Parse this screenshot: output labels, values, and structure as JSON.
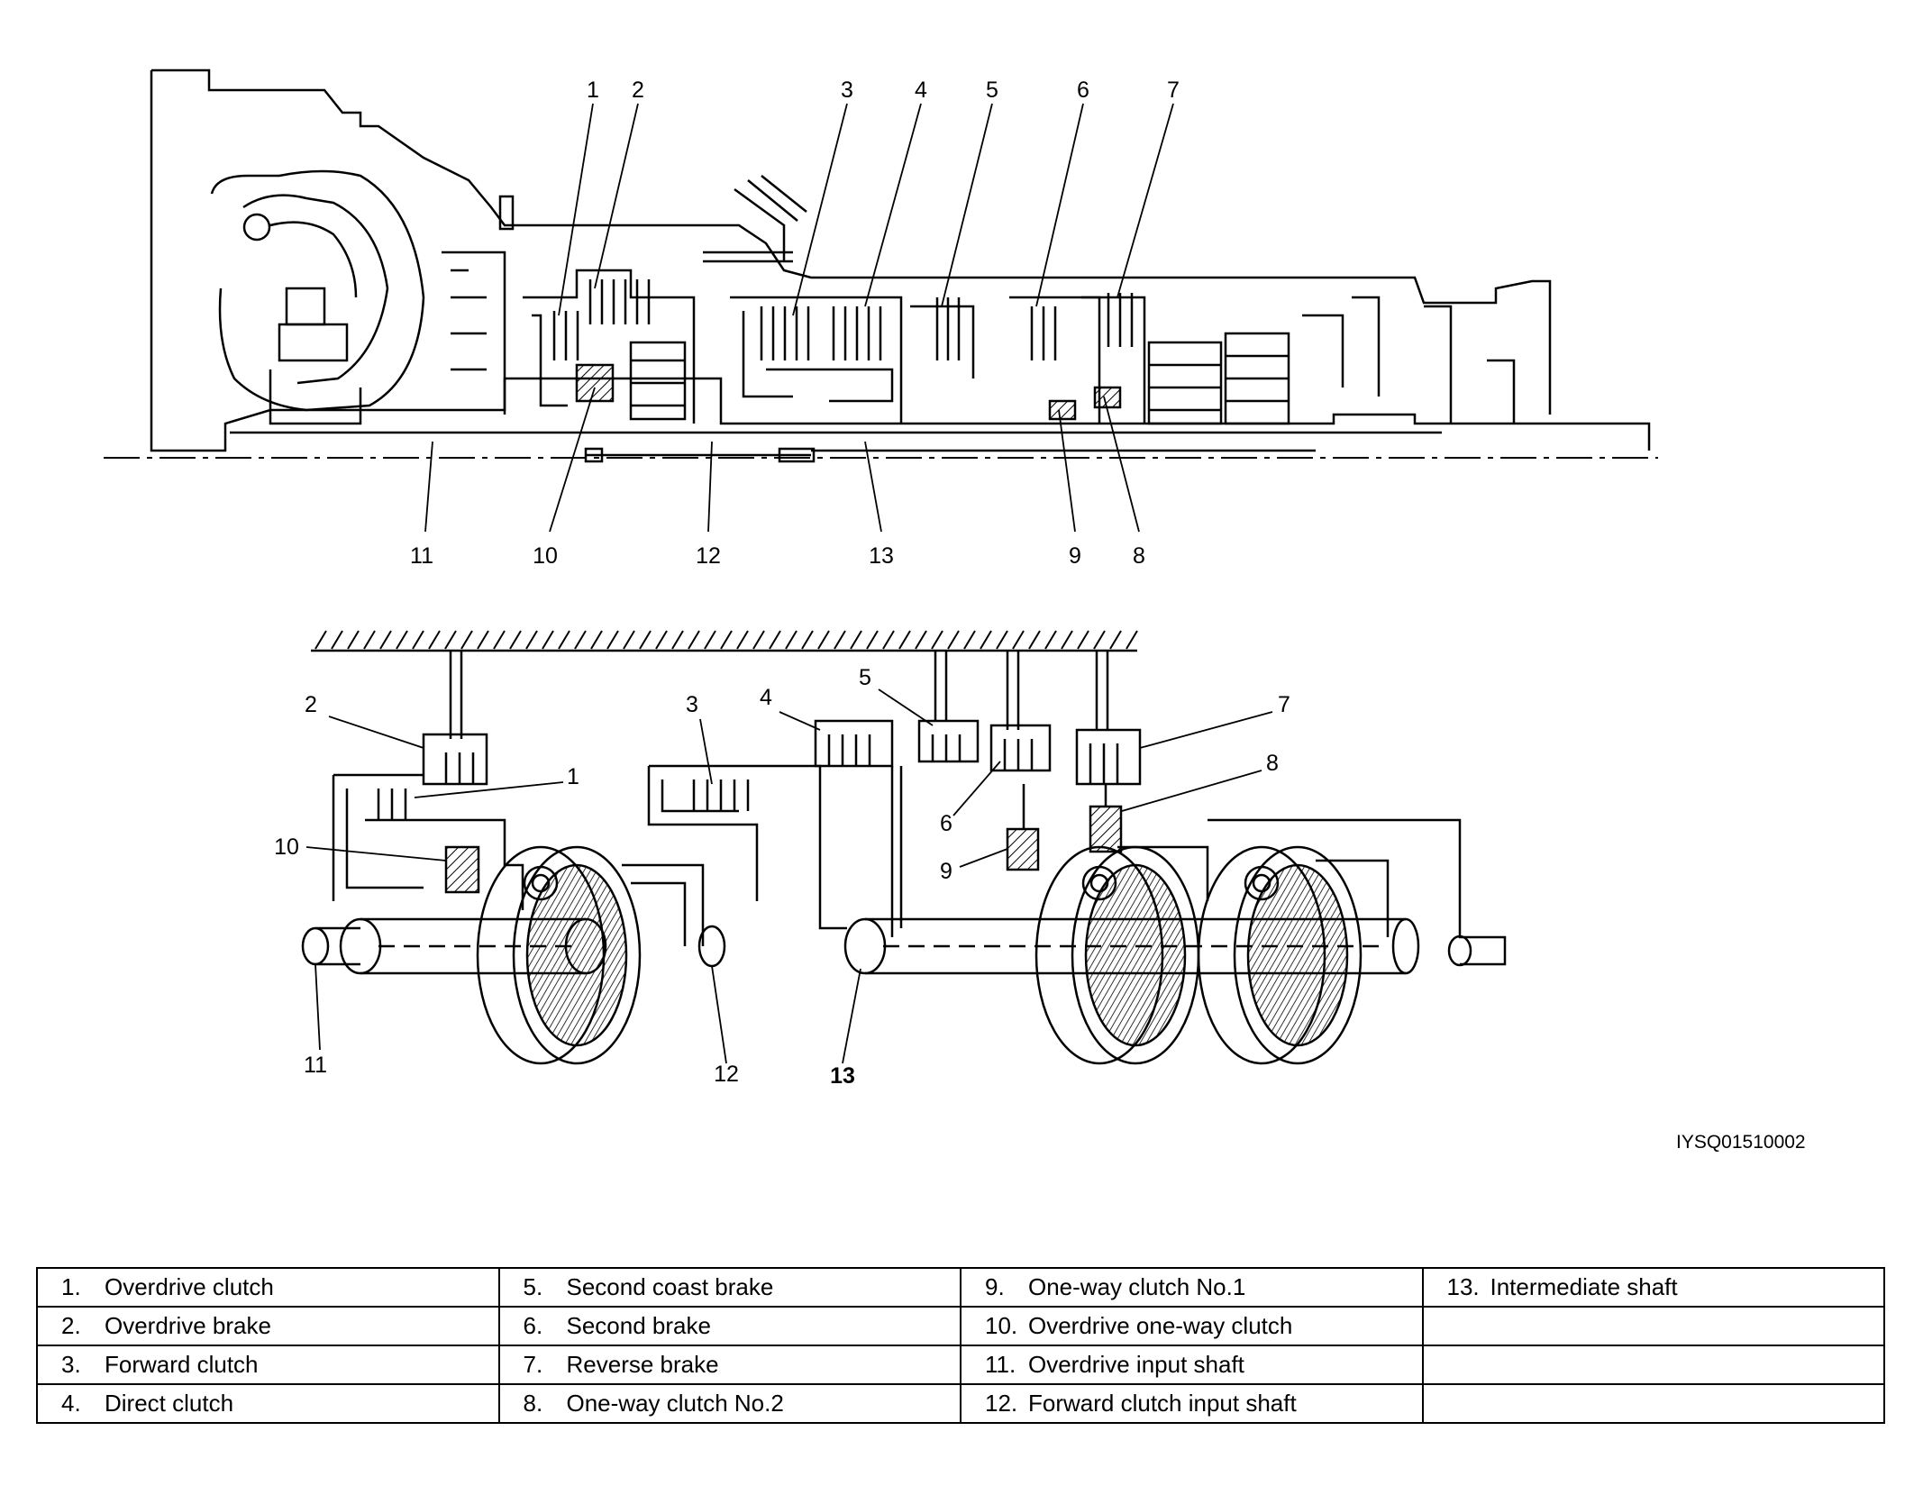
{
  "top_callouts": [
    "1",
    "2",
    "3",
    "4",
    "5",
    "6",
    "7",
    "11",
    "10",
    "12",
    "13",
    "9",
    "8"
  ],
  "schematic_callouts": [
    "2",
    "3",
    "4",
    "5",
    "7",
    "1",
    "8",
    "10",
    "6",
    "9",
    "11",
    "12",
    "13"
  ],
  "document_code": "IYSQ01510002",
  "legend": {
    "rows": [
      [
        {
          "num": "1.",
          "text": "Overdrive clutch"
        },
        {
          "num": "5.",
          "text": "Second coast brake"
        },
        {
          "num": "9.",
          "text": "One-way clutch No.1"
        },
        {
          "num": "13.",
          "text": "Intermediate shaft"
        }
      ],
      [
        {
          "num": "2.",
          "text": "Overdrive brake"
        },
        {
          "num": "6.",
          "text": "Second brake"
        },
        {
          "num": "10.",
          "text": "Overdrive one-way clutch"
        },
        {
          "num": "",
          "text": ""
        }
      ],
      [
        {
          "num": "3.",
          "text": "Forward clutch"
        },
        {
          "num": "7.",
          "text": "Reverse brake"
        },
        {
          "num": "11.",
          "text": "Overdrive input shaft"
        },
        {
          "num": "",
          "text": ""
        }
      ],
      [
        {
          "num": "4.",
          "text": "Direct clutch"
        },
        {
          "num": "8.",
          "text": "One-way clutch No.2"
        },
        {
          "num": "12.",
          "text": "Forward clutch input shaft"
        },
        {
          "num": "",
          "text": ""
        }
      ]
    ]
  }
}
